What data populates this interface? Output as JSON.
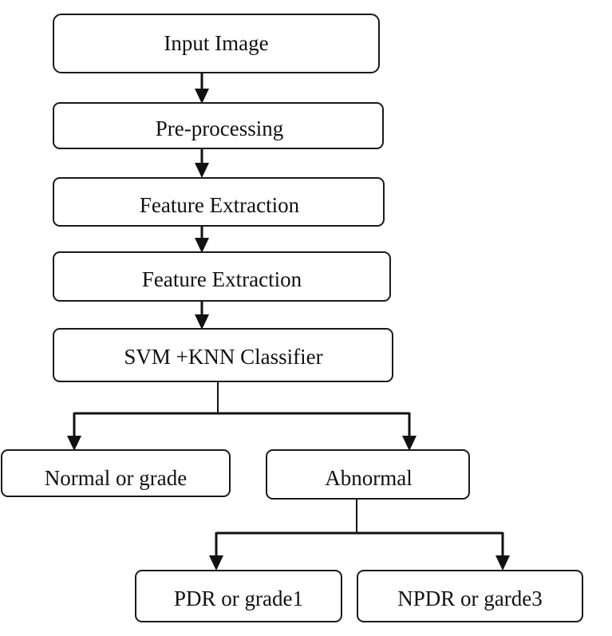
{
  "diagram": {
    "nodes": [
      {
        "id": "input",
        "label": "Input Image"
      },
      {
        "id": "preprocess",
        "label": "Pre-processing"
      },
      {
        "id": "feature1",
        "label": "Feature Extraction"
      },
      {
        "id": "feature2",
        "label": "Feature Extraction"
      },
      {
        "id": "classifier",
        "label": "SVM +KNN Classifier"
      },
      {
        "id": "normal",
        "label": "Normal or grade"
      },
      {
        "id": "abnormal",
        "label": "Abnormal"
      },
      {
        "id": "pdr",
        "label": "PDR or grade1"
      },
      {
        "id": "npdr",
        "label": "NPDR or garde3"
      }
    ],
    "edges": [
      {
        "from": "input",
        "to": "preprocess"
      },
      {
        "from": "preprocess",
        "to": "feature1"
      },
      {
        "from": "feature1",
        "to": "feature2"
      },
      {
        "from": "feature2",
        "to": "classifier"
      },
      {
        "from": "classifier",
        "to": "normal"
      },
      {
        "from": "classifier",
        "to": "abnormal"
      },
      {
        "from": "abnormal",
        "to": "pdr"
      },
      {
        "from": "abnormal",
        "to": "npdr"
      }
    ]
  }
}
